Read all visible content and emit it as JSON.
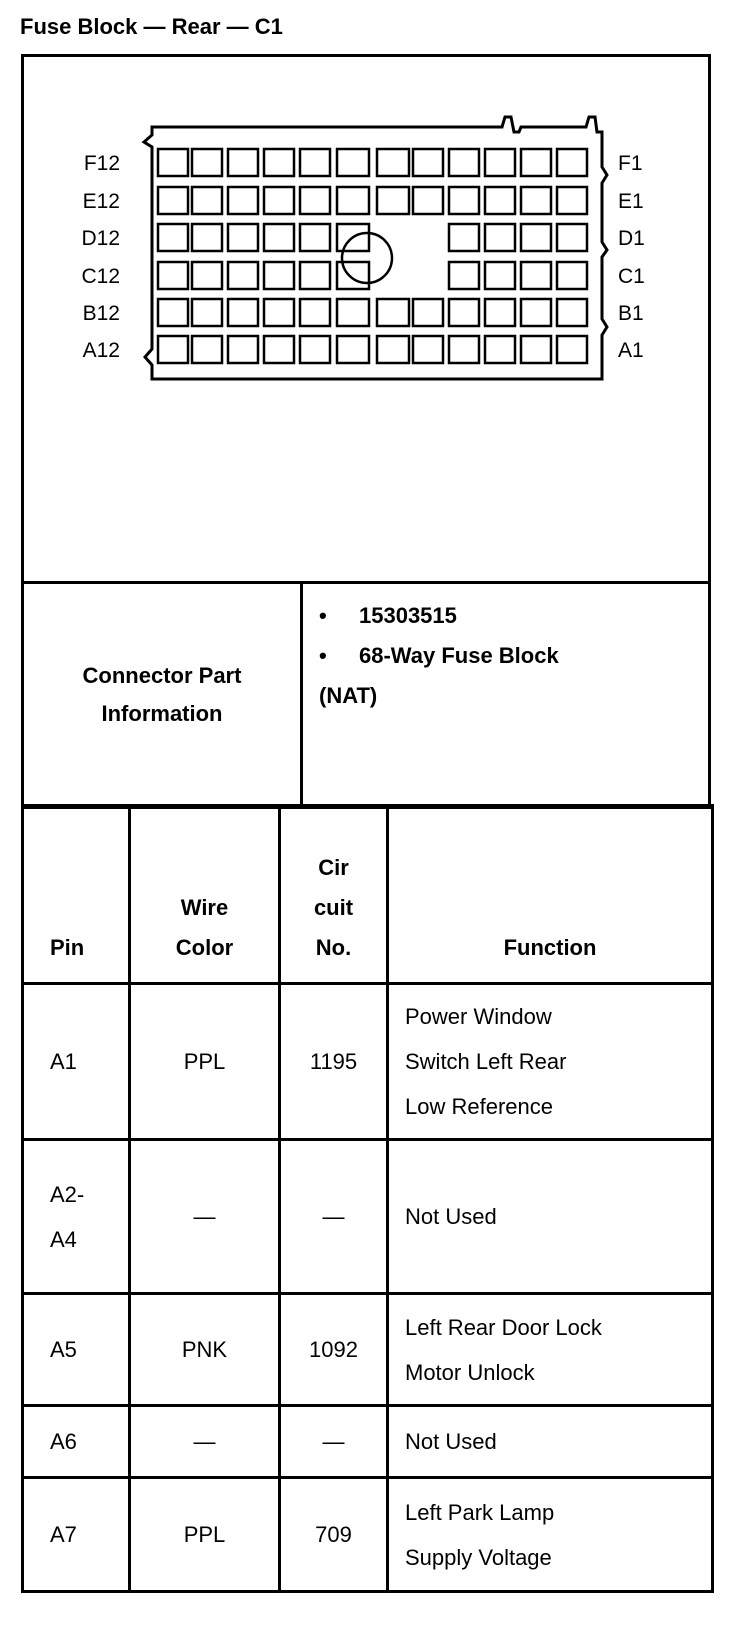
{
  "title": "Fuse Block — Rear — C1",
  "connector": {
    "left_labels": [
      "F12",
      "E12",
      "D12",
      "C12",
      "B12",
      "A12"
    ],
    "right_labels": [
      "F1",
      "E1",
      "D1",
      "C1",
      "B1",
      "A1"
    ]
  },
  "part_info": {
    "label_line1": "Connector Part",
    "label_line2": "Information",
    "bullet": "•",
    "items": [
      "15303515",
      "68-Way Fuse Block"
    ],
    "note": "(NAT)"
  },
  "table": {
    "headers": {
      "pin": "Pin",
      "wire_line1": "Wire",
      "wire_line2": "Color",
      "circuit_line1": "Cir",
      "circuit_line2": "cuit",
      "circuit_line3": "No.",
      "function": "Function"
    },
    "rows": [
      {
        "pin": [
          "A1"
        ],
        "wire": "PPL",
        "circuit": "1195",
        "function": [
          "Power Window",
          "Switch Left Rear",
          "Low Reference"
        ]
      },
      {
        "pin": [
          "A2-",
          "A4"
        ],
        "wire": "—",
        "circuit": "—",
        "function": [
          "Not Used"
        ]
      },
      {
        "pin": [
          "A5"
        ],
        "wire": "PNK",
        "circuit": "1092",
        "function": [
          "Left Rear Door Lock",
          "Motor Unlock"
        ]
      },
      {
        "pin": [
          "A6"
        ],
        "wire": "—",
        "circuit": "—",
        "function": [
          "Not Used"
        ]
      },
      {
        "pin": [
          "A7"
        ],
        "wire": "PPL",
        "circuit": "709",
        "function": [
          "Left Park Lamp",
          "Supply Voltage"
        ]
      }
    ]
  }
}
